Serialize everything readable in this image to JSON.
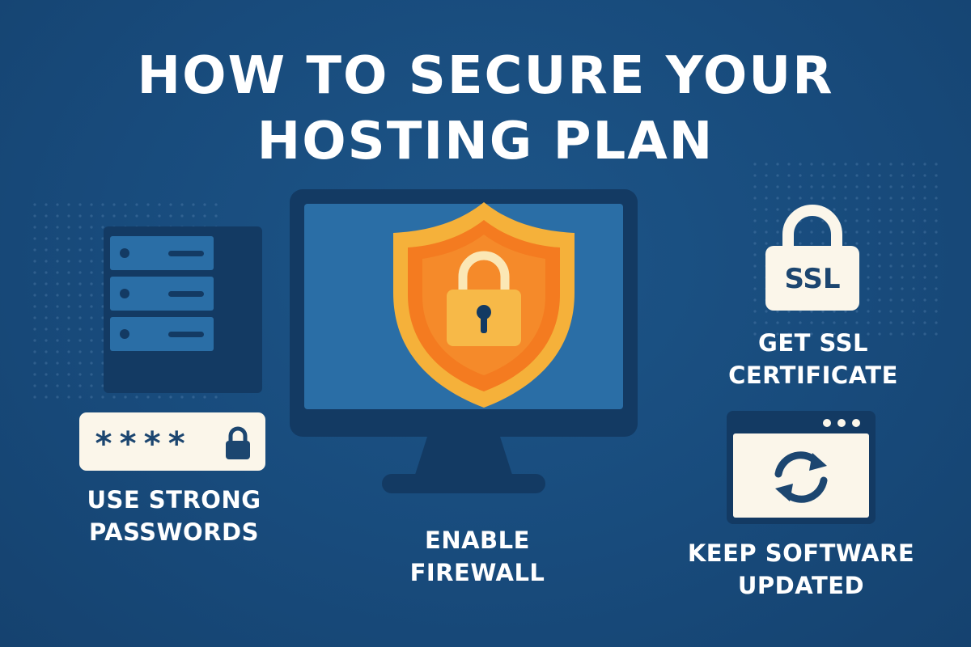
{
  "title": {
    "line1": "HOW TO SECURE YOUR",
    "line2": "HOSTING PLAN"
  },
  "tips": {
    "passwords": {
      "line1": "USE STRONG",
      "line2": "PASSWORDS",
      "mask": "****",
      "icons": [
        "server-icon",
        "lock-icon"
      ]
    },
    "firewall": {
      "line1": "ENABLE",
      "line2": "FIREWALL",
      "icons": [
        "monitor-icon",
        "shield-icon",
        "padlock-icon"
      ]
    },
    "ssl": {
      "line1": "GET SSL",
      "line2": "CERTIFICATE",
      "badge": "SSL",
      "icons": [
        "ssl-lock-icon"
      ]
    },
    "updates": {
      "line1": "KEEP SOFTWARE",
      "line2": "UPDATED",
      "icons": [
        "browser-window-icon",
        "refresh-icon"
      ]
    }
  },
  "colors": {
    "background": "#184b7c",
    "dark_navy": "#133a63",
    "screen_blue": "#2a6ea6",
    "orange": "#f47b20",
    "amber": "#f5b13a",
    "cream": "#fbf6ea"
  }
}
